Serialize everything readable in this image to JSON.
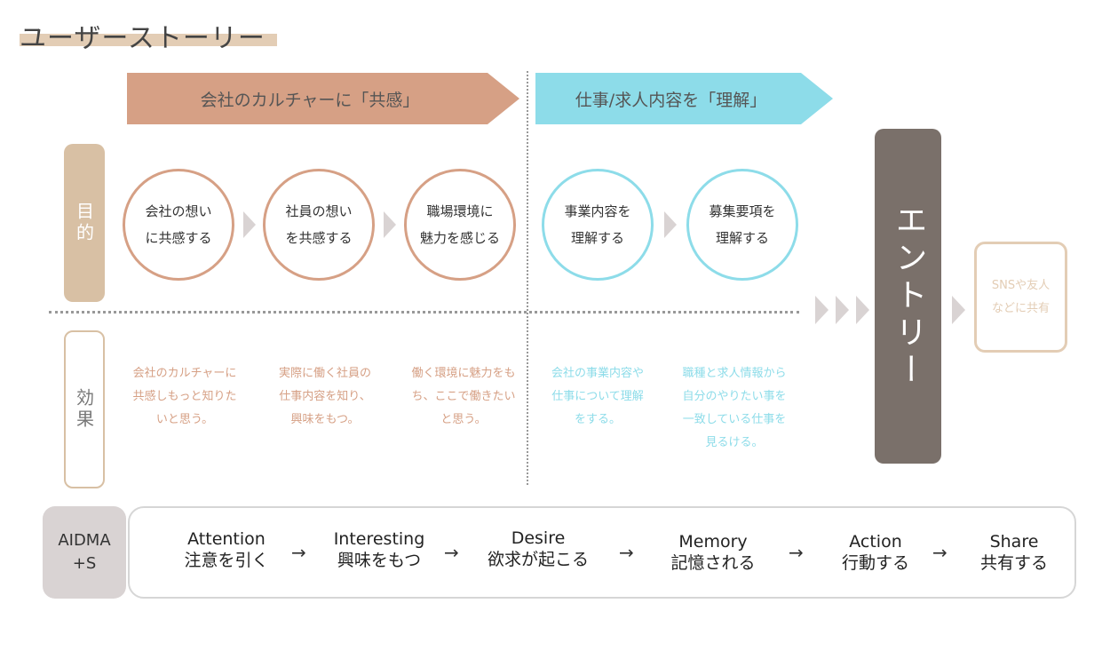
{
  "title": "ユーザーストーリー",
  "phases": [
    "会社のカルチャーに「共感」",
    "仕事/求人内容を「理解」"
  ],
  "row_labels": {
    "purpose": "目的",
    "effect": "効果"
  },
  "circles": [
    {
      "l1": "会社の想い",
      "l2": "に共感する"
    },
    {
      "l1": "社員の想い",
      "l2": "を共感する"
    },
    {
      "l1": "職場環境に",
      "l2": "魅力を感じる"
    },
    {
      "l1": "事業内容を",
      "l2": "理解する"
    },
    {
      "l1": "募集要項を",
      "l2": "理解する"
    }
  ],
  "effects": [
    [
      "会社のカルチャーに",
      "共感しもっと知りた",
      "いと思う。"
    ],
    [
      "実際に働く社員の",
      "仕事内容を知り、",
      "興味をもつ。"
    ],
    [
      "働く環境に魅力をも",
      "ち、ここで働きたい",
      "と思う。"
    ],
    [
      "会社の事業内容や",
      "仕事について理解",
      "をする。"
    ],
    [
      "職種と求人情報から",
      "自分のやりたい事を",
      "一致している仕事を",
      "見るける。"
    ]
  ],
  "entry": "エントリー",
  "share_box": {
    "l1": "SNSや友人",
    "l2": "などに共有"
  },
  "aidma": {
    "l1": "AIDMA",
    "l2": "+S"
  },
  "steps": [
    {
      "en": "Attention",
      "ja": "注意を引く"
    },
    {
      "en": "Interesting",
      "ja": "興味をもつ"
    },
    {
      "en": "Desire",
      "ja": "欲求が起こる"
    },
    {
      "en": "Memory",
      "ja": "記憶される"
    },
    {
      "en": "Action",
      "ja": "行動する"
    },
    {
      "en": "Share",
      "ja": "共有する"
    }
  ],
  "arrow_symbol": "→",
  "colors": {
    "empathy": "#d6a085",
    "understand": "#8ddce9",
    "entry": "#7a706a",
    "beige": "#d8c0a4"
  }
}
